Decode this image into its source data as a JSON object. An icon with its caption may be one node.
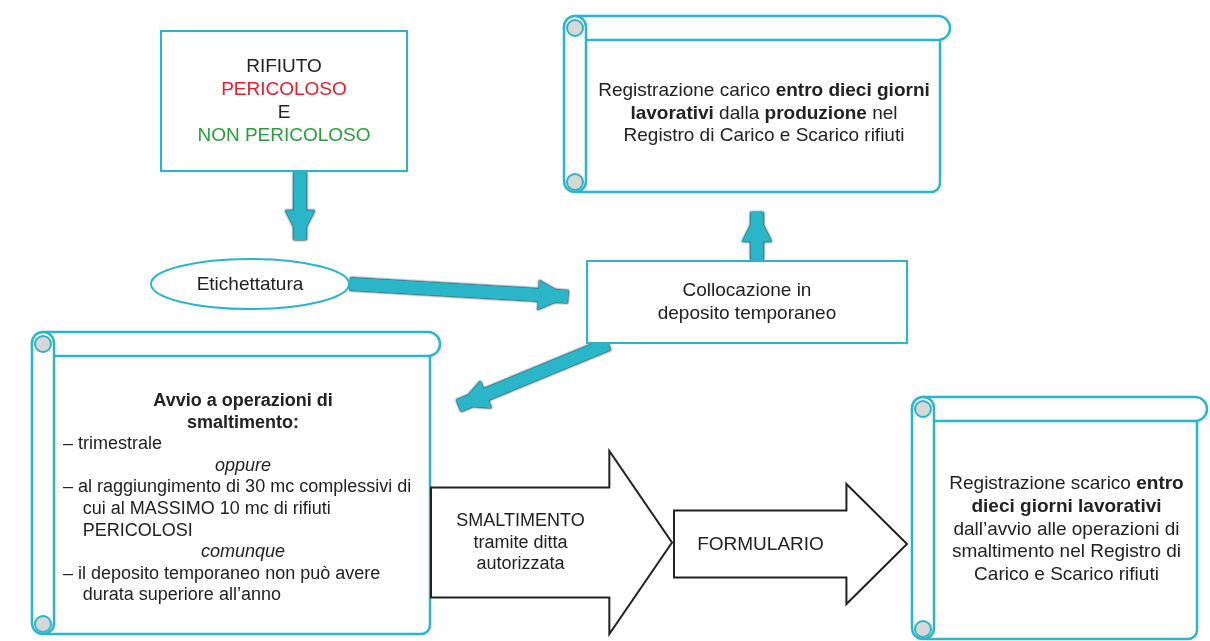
{
  "diagram": {
    "nodes": [
      {
        "text": [
          "RIFIUTO",
          "PERICOLOSO",
          "E",
          "NON PERICOLOSO"
        ]
      },
      {
        "text": [
          "Etichettatura"
        ]
      },
      {
        "text": [
          "Collocazione in deposito temporaneo"
        ]
      },
      {
        "text": [
          "Registrazione carico **entro dieci giorni lavorativi** dalla **produzione** nel Registro di Carico e Scarico rifiuti"
        ]
      },
      {
        "text": [
          "Avvio a operazioni di smaltimento:",
          "– trimestrale",
          "oppure",
          "– al raggiungimento di 30 mc complessivi di cui al MASSIMO 10 mc di rifiuti PERICOLOSI",
          "comunque",
          "– il deposito temporaneo non può avere durata superiore all’anno"
        ]
      },
      {
        "text": [
          "SMALTIMENTO tramite ditta autorizzata"
        ]
      },
      {
        "text": [
          "FORMULARIO"
        ]
      },
      {
        "text": [
          "Registrazione scarico **entro dieci giorni lavorativi** dall’avvio alle operazioni di smaltimento nel Registro di Carico e Scarico rifiuti"
        ]
      }
    ],
    "edges": [
      {
        "from": 0,
        "to": 1,
        "arrow": "to"
      },
      {
        "from": 1,
        "to": 2,
        "arrow": "to"
      },
      {
        "from": 2,
        "to": 3,
        "arrow": "to"
      },
      {
        "from": 2,
        "to": 4,
        "arrow": "to"
      },
      {
        "from": 4,
        "to": 6,
        "arrow": "to"
      },
      {
        "from": 5,
        "to": 7,
        "arrow": "to"
      }
    ]
  }
}
